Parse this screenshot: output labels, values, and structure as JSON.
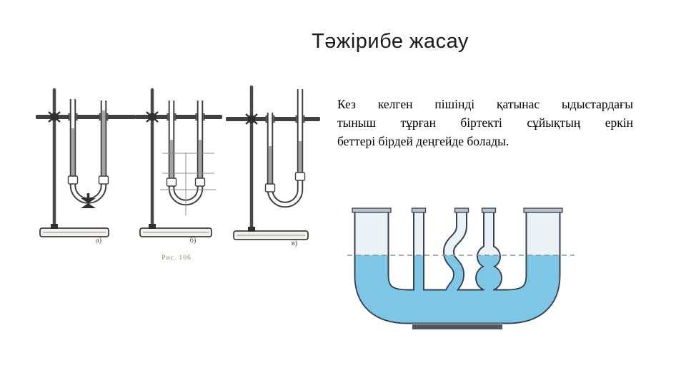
{
  "slide": {
    "title": "Тәжірибе жасау"
  },
  "paragraph": {
    "lines": [
      "Кез келген пішінді қатынас ыдыстардағы",
      "тыныш тұрған біртекті сұйықтың еркін",
      "беттері бірдей деңгейде болады."
    ]
  },
  "scanned_figure": {
    "caption": "Рис. 106",
    "panel_labels": [
      "а)",
      "б)",
      "в)"
    ]
  },
  "colors": {
    "liquid": "#7ec6e6",
    "glass": "#eaf2f8",
    "outline": "#35434e",
    "vbase": "#4e565e",
    "dash": "#8f979e",
    "ink": "#3e3e3e",
    "scanliquid": "#a5a5a5",
    "caption": "#8a8078",
    "titlecolor": "#1a1a1a",
    "textcolor": "#000000"
  }
}
